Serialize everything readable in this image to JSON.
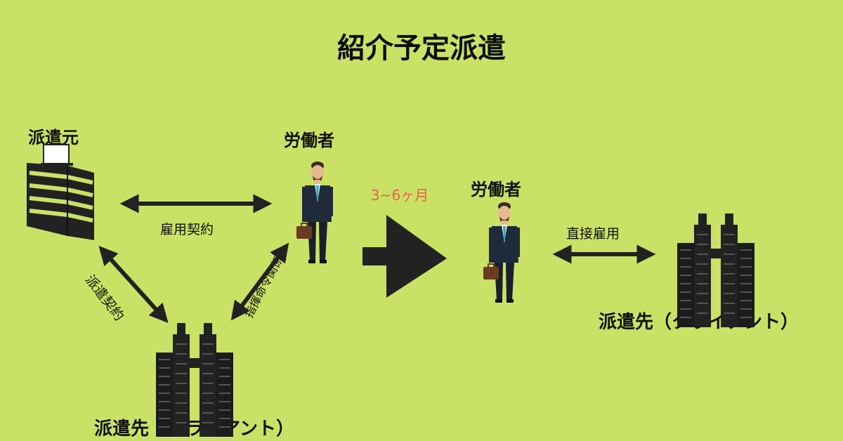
{
  "title": "紹介予定派遣",
  "nodes": {
    "dispatcher": "派遣元",
    "worker_left": "労働者",
    "client_left": "派遣先（クライアント）",
    "worker_right": "労働者",
    "client_right": "派遣先（クライアント）"
  },
  "edges": {
    "employment_contract": "雇用契約",
    "dispatch_contract": "派遣契約",
    "command_relation": "指揮命令関係",
    "direct_hire": "直接雇用"
  },
  "period": "3~6ヶ月",
  "colors": {
    "background": "#c9e265",
    "arrow": "#222222",
    "period_text": "#e8604a",
    "suit": "#1f2a3a",
    "bag": "#6b3a22"
  },
  "icons": [
    "office-building-icon",
    "person-businessman-icon",
    "twin-towers-icon",
    "big-right-arrow-icon"
  ]
}
